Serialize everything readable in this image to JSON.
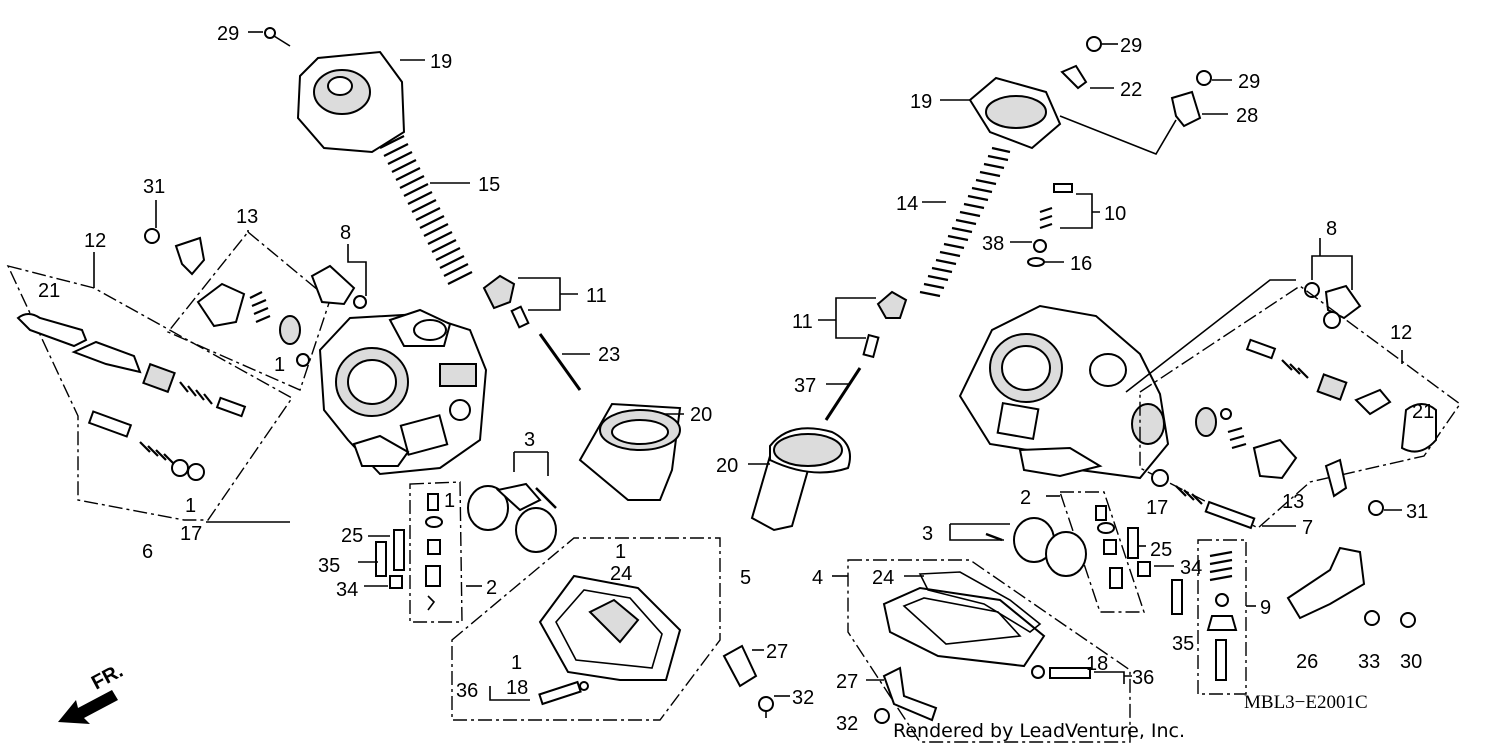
{
  "diagram": {
    "part_code": "MBL3−E2001C",
    "credit": "Rendered by LeadVenture, Inc.",
    "direction_label": "FR.",
    "left_callouts": {
      "c29": "29",
      "c19": "19",
      "c15": "15",
      "c31": "31",
      "c13": "13",
      "c12": "12",
      "c21": "21",
      "c8": "8",
      "c1a": "1",
      "c11": "11",
      "c23": "23",
      "c1b": "1",
      "c17": "17",
      "c6": "6",
      "c3": "3",
      "c20": "20",
      "c25": "25",
      "c1c": "1",
      "c35": "35",
      "c34": "34",
      "c2": "2",
      "c1d": "1",
      "c24": "24",
      "c5": "5",
      "c1e": "1",
      "c36": "36",
      "c18": "18",
      "c27": "27",
      "c32": "32"
    },
    "right_callouts": {
      "c29a": "29",
      "c22": "22",
      "c29b": "29",
      "c19": "19",
      "c28": "28",
      "c14": "14",
      "c10": "10",
      "c38": "38",
      "c16": "16",
      "c8": "8",
      "c11": "11",
      "c12": "12",
      "c37": "37",
      "c21": "21",
      "c20": "20",
      "c2": "2",
      "c17": "17",
      "c13": "13",
      "c31": "31",
      "c3": "3",
      "c25": "25",
      "c7": "7",
      "c4": "4",
      "c24": "24",
      "c34": "34",
      "c9": "9",
      "c35": "35",
      "c18": "18",
      "c36": "36",
      "c27": "27",
      "c26": "26",
      "c33": "33",
      "c30": "30",
      "c32": "32"
    }
  }
}
